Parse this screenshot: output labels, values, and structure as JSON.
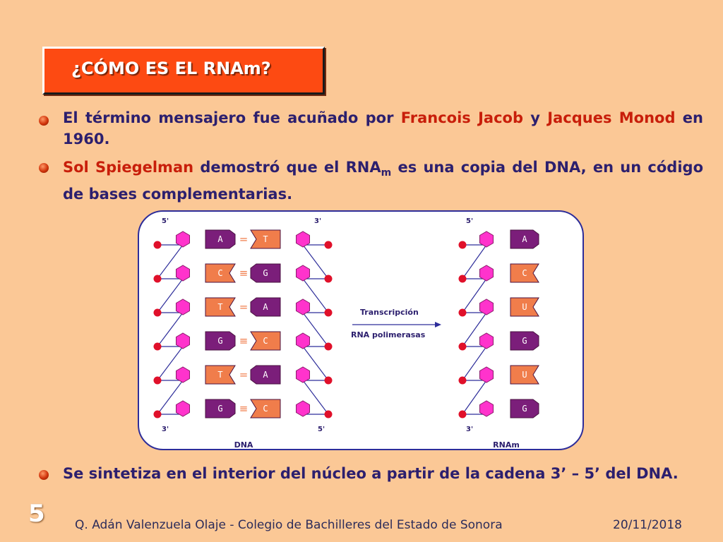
{
  "title": "¿CÓMO ES EL RNAm?",
  "bullets": [
    {
      "pre": "El término mensajero fue acuñado por ",
      "name1": "Francois Jacob",
      "mid": " y ",
      "name2": "Jacques Monod",
      "post": " en 1960."
    },
    {
      "name1": "Sol Spiegelman",
      "pre": " demostró que el RNA",
      "sub": "m",
      "post": " es una copia del DNA, en un código de bases complementarias."
    },
    {
      "text": "Se sintetiza en el interior del núcleo a partir de la cadena 3’ – 5’ del DNA."
    }
  ],
  "diagram": {
    "dna_label": "DNA",
    "rna_label": "RNAm",
    "dna_left_top": "5'",
    "dna_left_bottom": "3'",
    "dna_right_top": "3'",
    "dna_right_bottom": "5'",
    "rna_top": "5'",
    "rna_bottom": "3'",
    "arrow_top": "Transcripción",
    "arrow_bottom": "RNA polimerasas",
    "dna_pairs": [
      {
        "left": "A",
        "right": "T",
        "bond": "="
      },
      {
        "left": "C",
        "right": "G",
        "bond": "≡"
      },
      {
        "left": "T",
        "right": "A",
        "bond": "="
      },
      {
        "left": "G",
        "right": "C",
        "bond": "≡"
      },
      {
        "left": "T",
        "right": "A",
        "bond": "="
      },
      {
        "left": "G",
        "right": "C",
        "bond": "≡"
      }
    ],
    "rna_bases": [
      "A",
      "C",
      "U",
      "G",
      "U",
      "G"
    ],
    "colors": {
      "purine": "#7b1e7a",
      "pyrimidine": "#f07d4b",
      "sugar": "#ff33cc",
      "phosphate": "#e0102a",
      "backbone": "#2d2d9a"
    }
  },
  "slide_number": "5",
  "footer": {
    "author": "Q. Adán Valenzuela Olaje - Colegio de Bachilleres del Estado de Sonora",
    "date": "20/11/2018"
  }
}
